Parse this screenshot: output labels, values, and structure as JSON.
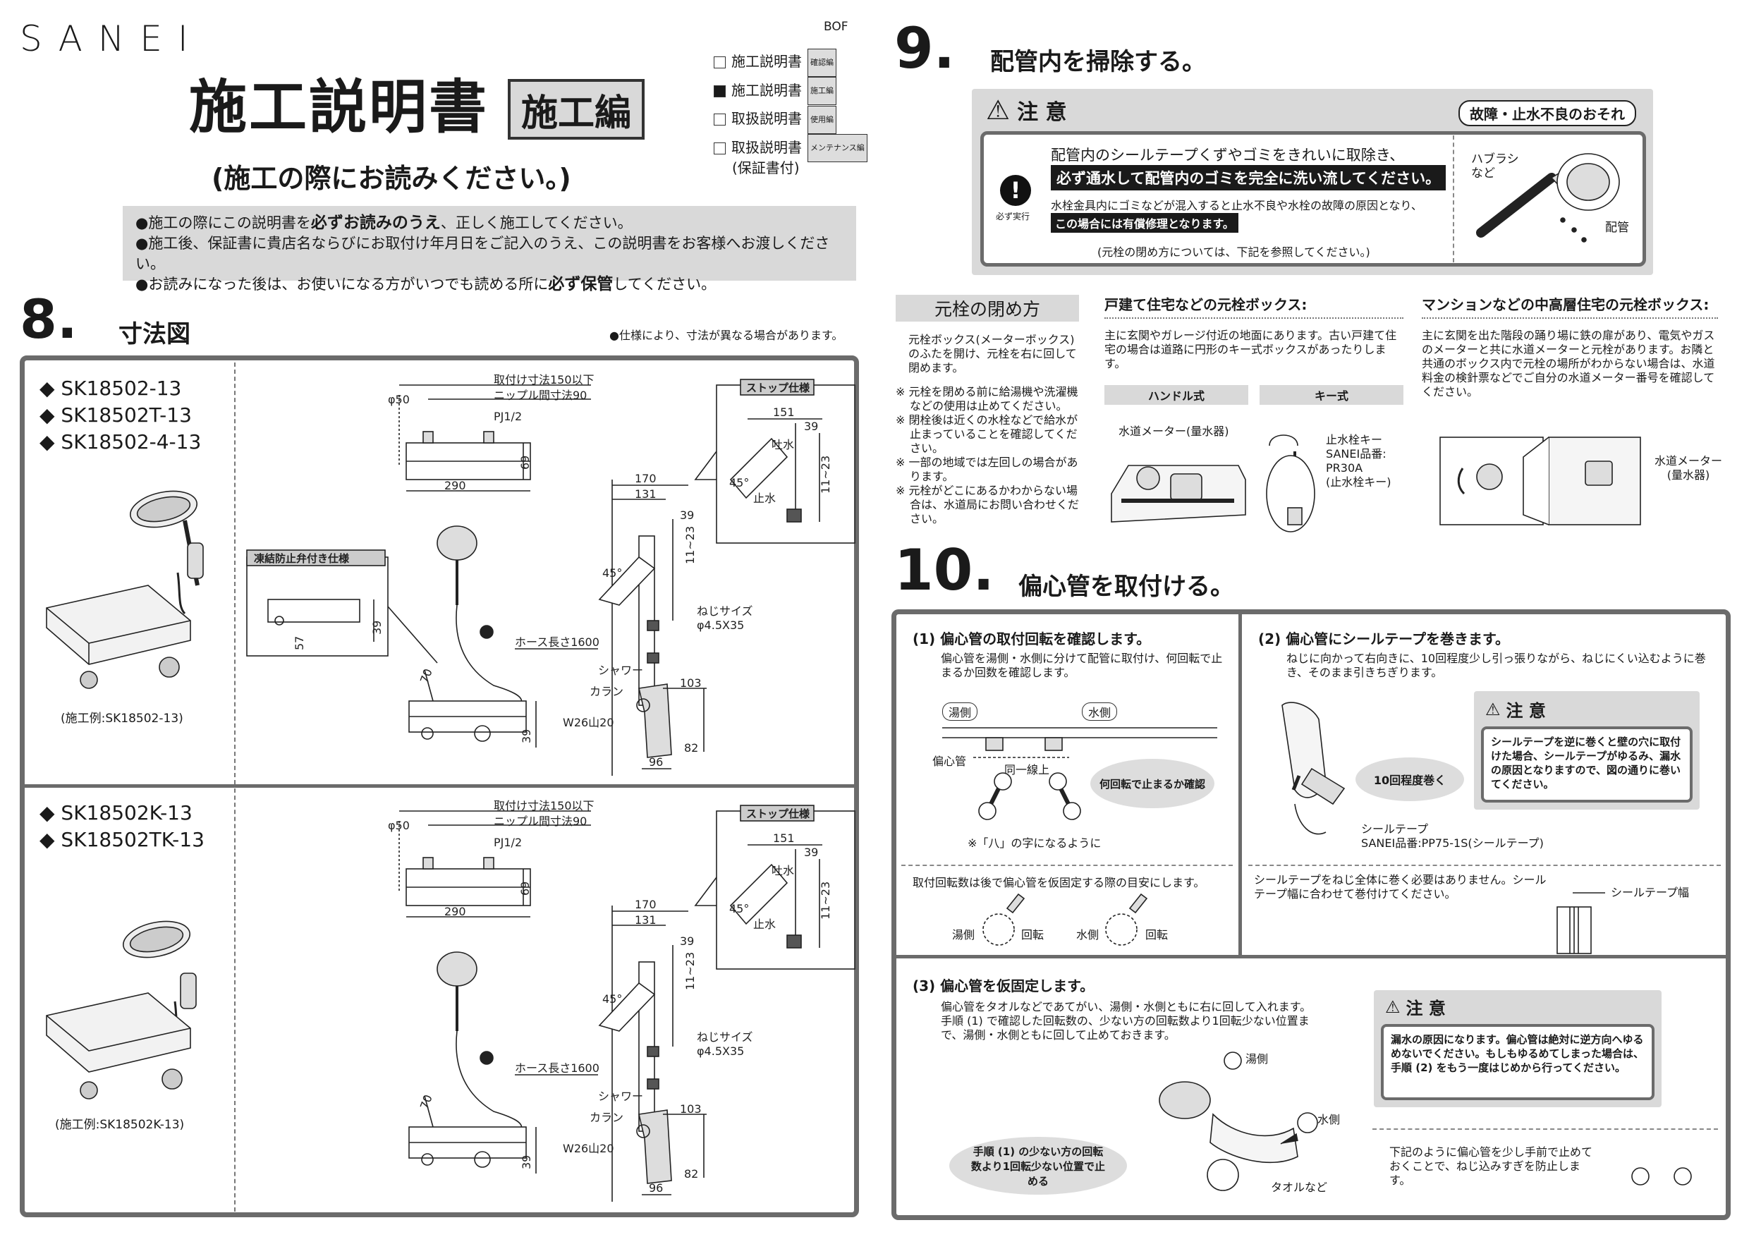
{
  "brand": "SANEI",
  "doc_code": "BOF",
  "title": "施工説明書",
  "title_badge": "施工編",
  "subtitle": "(施工の際にお読みください。)",
  "doc_list": [
    {
      "label": "施工説明書",
      "tag": "確認編",
      "checked": false
    },
    {
      "label": "施工説明書",
      "tag": "施工編",
      "checked": true
    },
    {
      "label": "取扱説明書",
      "tag": "使用編",
      "checked": false
    },
    {
      "label": "取扱説明書",
      "tag": "メンテナンス編",
      "checked": false
    }
  ],
  "doc_list_note": "(保証書付)",
  "intro": {
    "l1_a": "●施工の際にこの説明書を",
    "l1_b": "必ずお読みのうえ",
    "l1_c": "、正しく施工してください。",
    "l2": "●施工後、保証書に貴店名ならびにお取付け年月日をご記入のうえ、この説明書をお客様へお渡しください。",
    "l3_a": "●お読みになった後は、お使いになる方がいつでも読める所に",
    "l3_b": "必ず保管",
    "l3_c": "してください。"
  },
  "s8": {
    "num": "8.",
    "title": "寸法図",
    "note": "●仕様により、寸法が異なる場合があります。",
    "top_models": [
      "◆ SK18502-13",
      "◆ SK18502T-13",
      "◆ SK18502-4-13"
    ],
    "top_example": "(施工例:SK18502-13)",
    "bottom_models": [
      "◆ SK18502K-13",
      "◆ SK18502TK-13"
    ],
    "bottom_example": "(施工例:SK18502K-13)",
    "freeze_label": "凍結防止弁付き仕様",
    "stop_label": "ストップ仕様",
    "dims": {
      "mount": "取付け寸法150以下",
      "nipple": "ニップル間寸法90",
      "phi50": "φ50",
      "pj": "PJ1/2",
      "w290": "290",
      "h69": "69",
      "d170": "170",
      "d131": "131",
      "d39": "39",
      "d11_23": "11~23",
      "a45": "45°",
      "screw1": "ねじサイズ",
      "screw2": "φ4.5X35",
      "hose": "ホース長さ1600",
      "shower": "シャワー",
      "karan": "カラン",
      "w26": "W26山20",
      "d103": "103",
      "d82": "82",
      "d96": "96",
      "d70": "70",
      "d151": "151",
      "tosui": "吐水",
      "shisui": "止水",
      "d57": "57"
    }
  },
  "s9": {
    "num": "9.",
    "title": "配管内を掃除する。",
    "caution": "注 意",
    "warning": "故障・止水不良のおそれ",
    "must": "必ず実行",
    "line1": "配管内のシールテープくずやゴミをきれいに取除き、",
    "line2": "必ず通水して配管内のゴミを完全に洗い流してください。",
    "line3": "水栓金具内にゴミなどが混入すると止水不良や水栓の故障の原因となり、",
    "line4": "この場合には有償修理となります。",
    "line5": "(元栓の閉め方については、下記を参照してください。)",
    "brush": "ハブラシ",
    "brush2": "など",
    "pipe": "配管"
  },
  "motosen": {
    "title": "元栓の閉め方",
    "desc": "元栓ボックス(メーターボックス)のふたを開け、元栓を右に回して閉めます。",
    "notes": [
      "※ 元栓を閉める前に給湯機や洗濯機などの使用は止めてください。",
      "※ 閉栓後は近くの水栓などで給水が止まっていることを確認してください。",
      "※ 一部の地域では左回しの場合があります。",
      "※ 元栓がどこにあるかわからない場合は、水道局にお問い合わせください。"
    ],
    "house_title": "戸建て住宅などの元栓ボックス:",
    "house_desc": "主に玄関やガレージ付近の地面にあります。古い戸建て住宅の場合は道路に円形のキー式ボックスがあったりします。",
    "handle": "ハンドル式",
    "key": "キー式",
    "meter": "水道メーター(量水器)",
    "key_label1": "止水栓キー",
    "key_label2": "SANEI品番:",
    "key_label3": "PR30A",
    "key_label4": "(止水栓キー)",
    "mansion_title": "マンションなどの中高層住宅の元栓ボックス:",
    "mansion_desc": "主に玄関を出た階段の踊り場に鉄の扉があり、電気やガスのメーターと共に水道メーターと元栓があります。お隣と共通のボックス内で元栓の場所がわからない場合は、水道料金の検針票などでご自分の水道メーター番号を確認してください。",
    "meter2a": "水道メーター",
    "meter2b": "(量水器)"
  },
  "s10": {
    "num": "10.",
    "title": "偏心管を取付ける。",
    "p1": {
      "title": "(1) 偏心管の取付回転を確認します。",
      "desc": "偏心管を湯側・水側に分けて配管に取付け、何回転で止まるか回数を確認します。",
      "hot": "湯側",
      "cold": "水側",
      "pipe": "偏心管",
      "line": "同一線上",
      "bubble": "何回転で止まるか確認",
      "hachi": "※「八」の字になるように",
      "note": "取付回転数は後で偏心管を仮固定する際の目安にします。",
      "hot2": "湯側",
      "rot1": "回転",
      "cold2": "水側",
      "rot2": "回転"
    },
    "p2": {
      "title": "(2) 偏心管にシールテープを巻きます。",
      "desc": "ねじに向かって右向きに、10回程度少し引っ張りながら、ねじにくい込むように巻き、そのまま引きちぎります。",
      "oval": "10回程度巻く",
      "tape1": "シールテープ",
      "tape2": "SANEI品番:PP75-1S(シールテープ)",
      "caution": "注 意",
      "caution_text": "シールテープを逆に巻くと壁の穴に取付けた場合、シールテープがゆるみ、漏水の原因となりますので、図の通りに巻いてください。",
      "note": "シールテープをねじ全体に巻く必要はありません。シールテープ幅に合わせて巻付けてください。",
      "width": "シールテープ幅"
    },
    "p3": {
      "title": "(3) 偏心管を仮固定します。",
      "desc": "偏心管をタオルなどであてがい、湯側・水側ともに右に回して入れます。手順 (1) で確認した回転数の、少ない方の回転数より1回転少ない位置まで、湯側・水側ともに回して止めておきます。",
      "hot": "湯側",
      "cold": "水側",
      "towel": "タオルなど",
      "oval": "手順 (1) の少ない方の回転数より1回転少ない位置で止める",
      "caution": "注 意",
      "caution_text": "漏水の原因になります。偏心管は絶対に逆方向へゆるめないでください。もしもゆるめてしまった場合は、手順 (2) をもう一度はじめから行ってください。",
      "note": "下記のように偏心管を少し手前で止めておくことで、ねじ込みすぎを防止します。"
    }
  }
}
